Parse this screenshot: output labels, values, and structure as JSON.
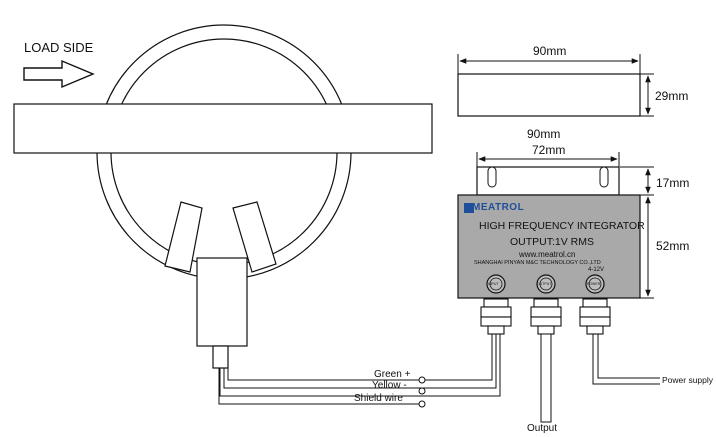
{
  "load_side": "LOAD SIDE",
  "top_box": {
    "width_label": "90mm",
    "height_label": "29mm",
    "below_label": "90mm"
  },
  "integrator": {
    "top_width_label": "72mm",
    "bracket_height_label": "17mm",
    "body_height_label": "52mm",
    "brand": "MEATROL",
    "title": "HIGH FREQUENCY INTEGRATOR",
    "output": "OUTPUT:1V RMS",
    "website": "www.meatrol.cn",
    "company": "SHANGHAI PINYAN M&C TECHNOLOGY CO.,LTD",
    "voltage": "4-12V",
    "ports": [
      "INPUT",
      "OUTPUT",
      "POWER"
    ],
    "body_color": "#a9a9a9"
  },
  "wires": {
    "green": "Green +",
    "yellow": "Yellow -",
    "shield": "Shield wire"
  },
  "output_label": "Output",
  "power_label": "Power supply"
}
